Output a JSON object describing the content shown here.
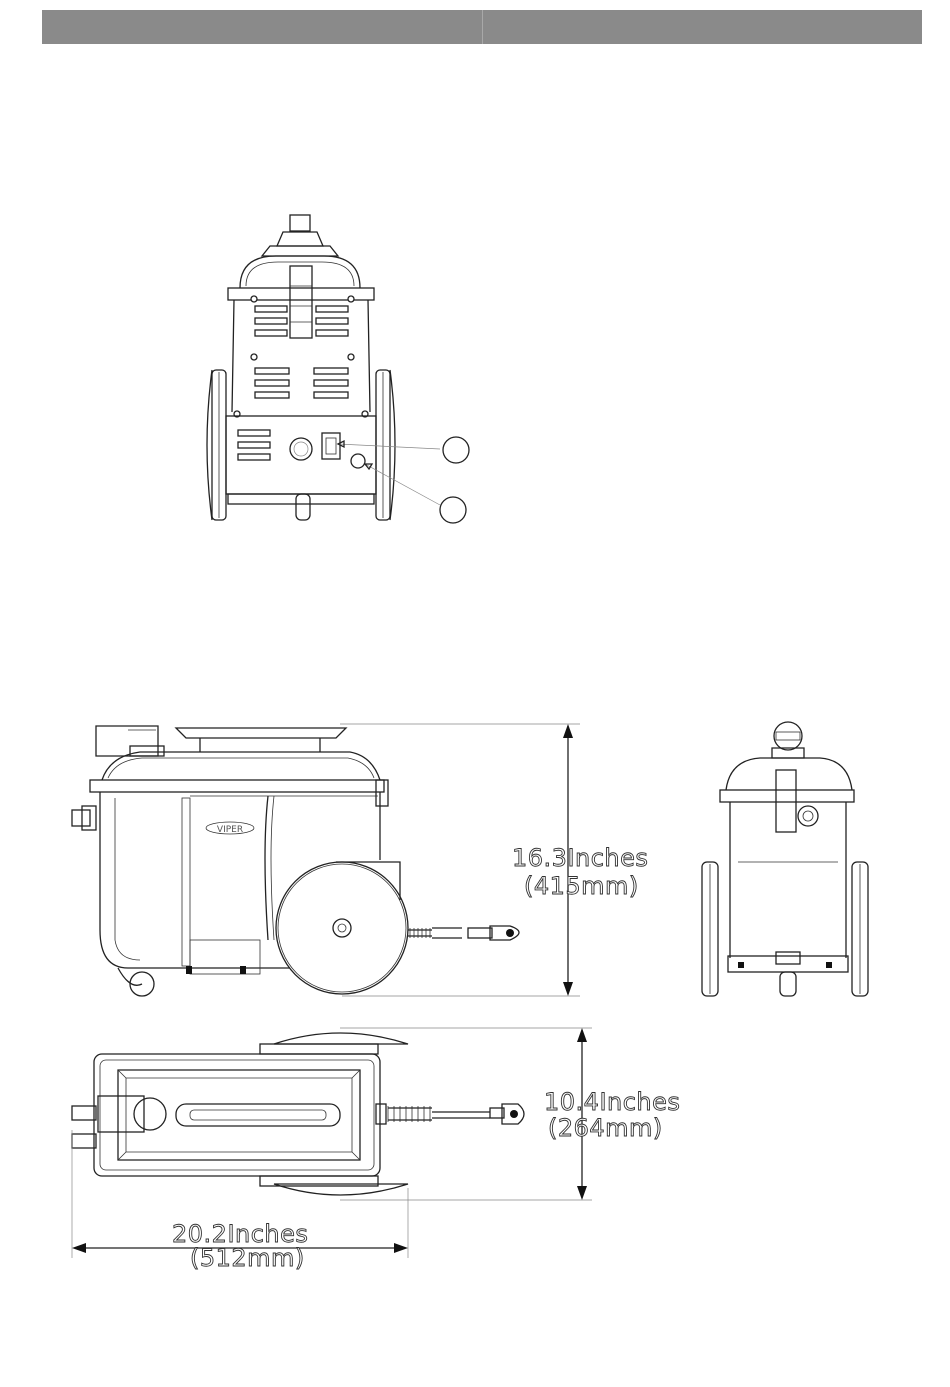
{
  "header": {
    "left_cell": "",
    "right_cell": ""
  },
  "front_view": {
    "callouts": [
      "",
      ""
    ]
  },
  "dimensions": {
    "height": {
      "imperial": "16.3Inches",
      "metric": "(415mm)"
    },
    "depth": {
      "imperial": "10.4Inches",
      "metric": "(264mm)"
    },
    "length": {
      "imperial": "20.2Inches",
      "metric": "(512mm)"
    }
  },
  "brand_label": "VIPER"
}
